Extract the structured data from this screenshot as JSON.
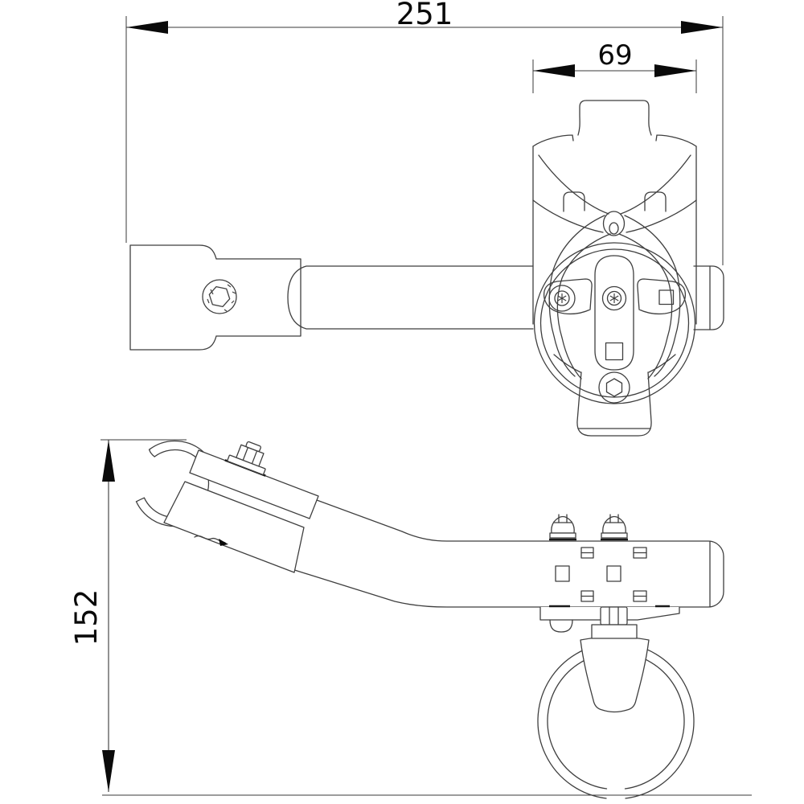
{
  "drawing": {
    "background": "#ffffff",
    "line_color": "#3f3f3f",
    "dimension_color": "#3a3a3a",
    "text_color": "#0a0a0a",
    "dimensions": {
      "overall_width": {
        "value": "251"
      },
      "cage_width": {
        "value": "69"
      },
      "overall_height": {
        "value": "152"
      }
    }
  }
}
